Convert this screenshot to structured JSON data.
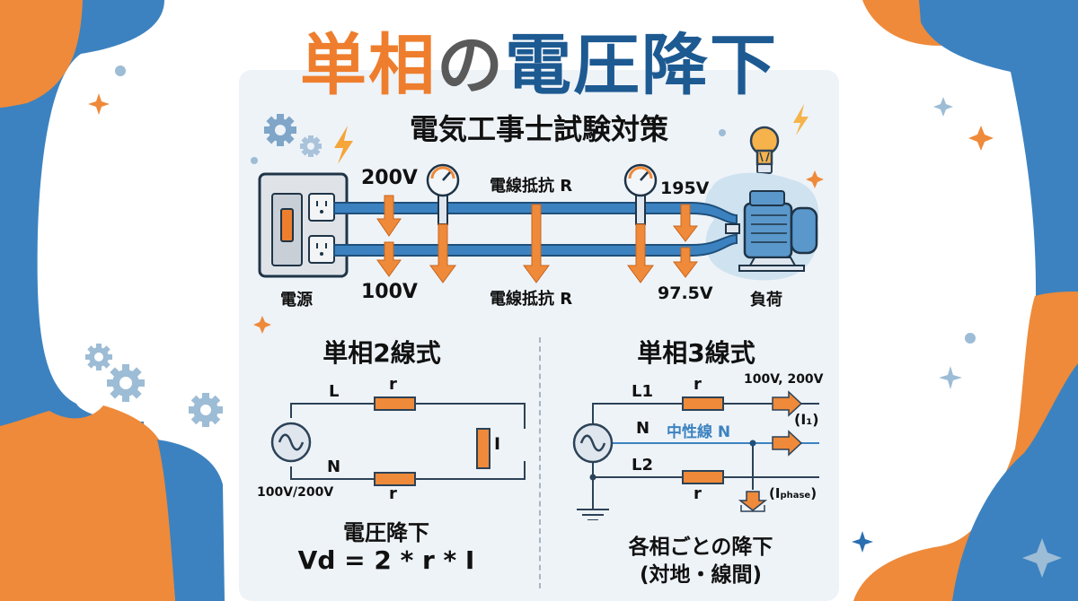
{
  "title": {
    "part1": "単相",
    "part2": "の",
    "part3": "電圧降下"
  },
  "subtitle": "電気工事士試験対策",
  "colors": {
    "orange": "#ee7e2d",
    "blue": "#3c82c0",
    "dark_blue": "#1d5a92",
    "gray": "#5a5a5a",
    "panel": "#eef3f8"
  },
  "top_diagram": {
    "source_label": "電源",
    "upper_voltage_start": "200V",
    "lower_voltage_start": "100V",
    "upper_resistance_label": "電線抵抗 R",
    "lower_resistance_label": "電線抵抗 R",
    "upper_voltage_end": "195V",
    "lower_voltage_end": "97.5V",
    "load_label": "負荷"
  },
  "two_wire": {
    "title": "単相2線式",
    "line_label": "L",
    "neutral_label": "N",
    "resistor_top_label": "r",
    "resistor_bottom_label": "r",
    "load_label": "I",
    "source_voltage": "100V/200V",
    "formula_title": "電圧降下",
    "formula": "Vd = 2 * r * I"
  },
  "three_wire": {
    "title": "単相3線式",
    "l1_label": "L1",
    "n_label": "N",
    "neutral_name": "中性線 N",
    "l2_label": "L2",
    "resistor_top_label": "r",
    "resistor_bottom_label": "r",
    "voltage_label": "100V, 200V",
    "current_label_1": "(I₁)",
    "current_label_phase_main": "(I",
    "current_label_phase_sub": "phase",
    "current_label_phase_close": ")",
    "caption_line1": "各相ごとの降下",
    "caption_line2": "(対地・線間)"
  }
}
